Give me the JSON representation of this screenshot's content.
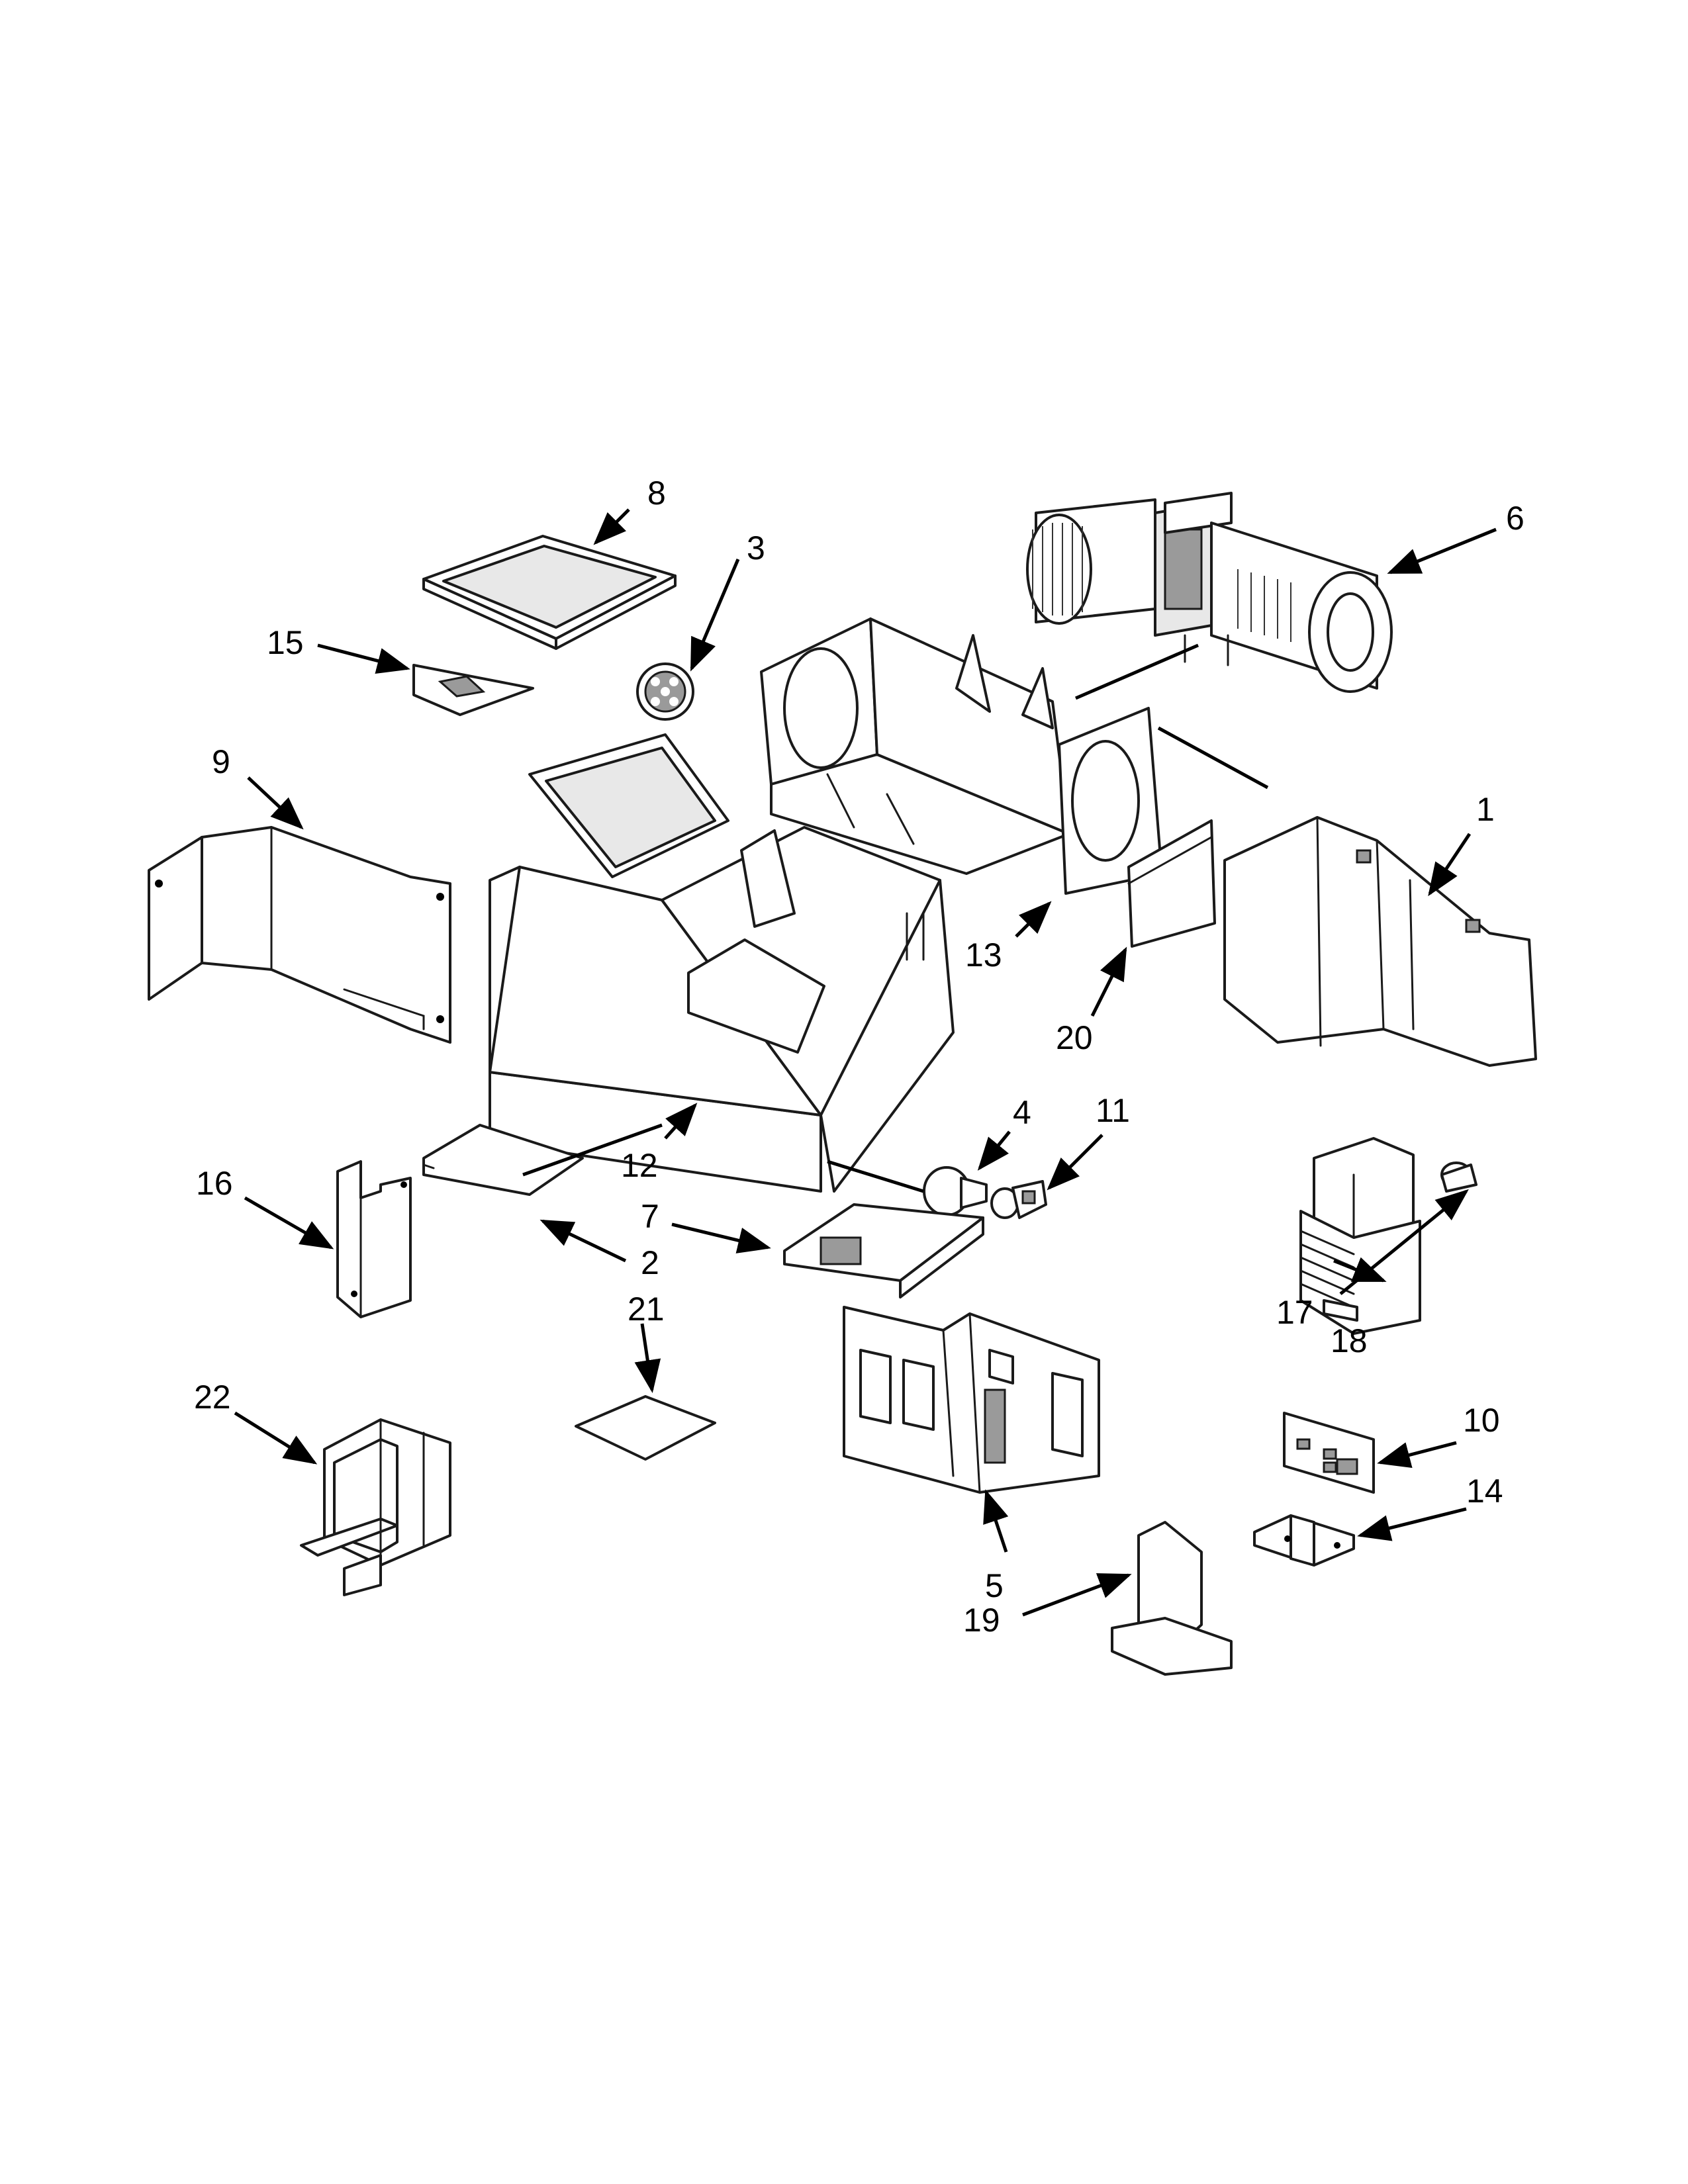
{
  "diagram": {
    "type": "exploded-parts-diagram",
    "callouts": [
      {
        "id": "c8",
        "label": "8"
      },
      {
        "id": "c3",
        "label": "3"
      },
      {
        "id": "c6",
        "label": "6"
      },
      {
        "id": "c15",
        "label": "15"
      },
      {
        "id": "c9",
        "label": "9"
      },
      {
        "id": "c1",
        "label": "1"
      },
      {
        "id": "c13",
        "label": "13"
      },
      {
        "id": "c20",
        "label": "20"
      },
      {
        "id": "c4",
        "label": "4"
      },
      {
        "id": "c11",
        "label": "11"
      },
      {
        "id": "c12",
        "label": "12"
      },
      {
        "id": "c16",
        "label": "16"
      },
      {
        "id": "c7",
        "label": "7"
      },
      {
        "id": "c2",
        "label": "2"
      },
      {
        "id": "c21",
        "label": "21"
      },
      {
        "id": "c17",
        "label": "17"
      },
      {
        "id": "c18",
        "label": "18"
      },
      {
        "id": "c22",
        "label": "22"
      },
      {
        "id": "c10",
        "label": "10"
      },
      {
        "id": "c14",
        "label": "14"
      },
      {
        "id": "c5",
        "label": "5"
      },
      {
        "id": "c19",
        "label": "19"
      }
    ]
  },
  "colors": {
    "line": "#1a1a1a",
    "background": "#ffffff",
    "shade": "#e8e8e8"
  }
}
